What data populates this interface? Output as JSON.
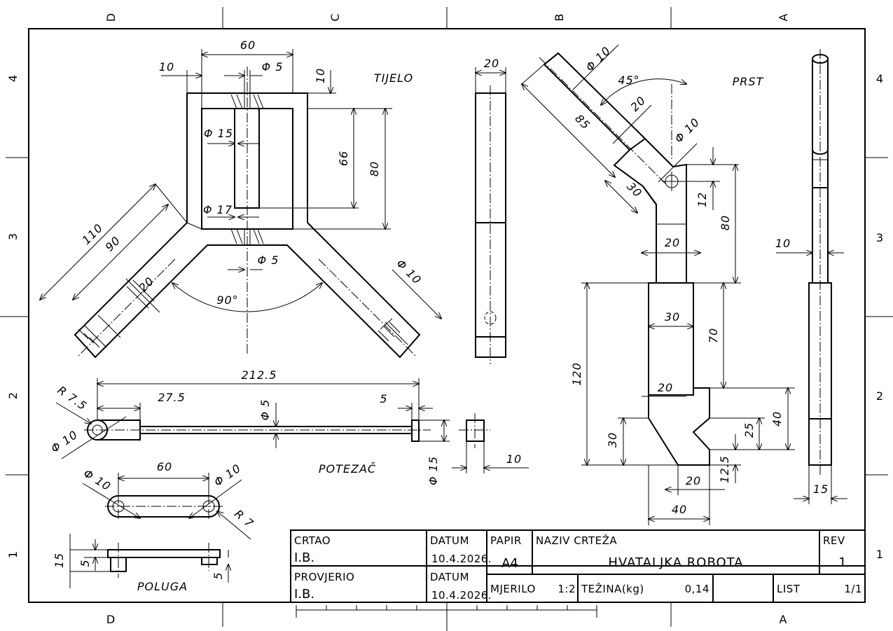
{
  "frame": {
    "zone_letters_top": [
      "D",
      "C",
      "B",
      "A"
    ],
    "zone_letters_bottom": [
      "D",
      "A"
    ],
    "zone_numbers": [
      "4",
      "3",
      "2",
      "1"
    ]
  },
  "views": {
    "tijelo": "TIJELO",
    "prst": "PRST",
    "potezac": "POTEZAČ",
    "poluga": "POLUGA"
  },
  "dims": {
    "tijelo": {
      "d60": "60",
      "d10a": "10",
      "d5a": "Φ 5",
      "d10b": "10",
      "d15": "Φ 15",
      "d66": "66",
      "d80": "80",
      "d17": "Φ 17",
      "d5b": "Φ 5",
      "d110": "110",
      "d90": "90",
      "d20": "20",
      "d90deg": "90°",
      "d10c": "Φ 10"
    },
    "side": {
      "d20": "20"
    },
    "prst": {
      "d10a": "Φ 10",
      "d45": "45°",
      "d85": "85",
      "d20a": "20",
      "d10b": "Φ 10",
      "d30a": "30",
      "d12": "12",
      "d80": "80",
      "d20b": "20",
      "d30b": "30",
      "d70": "70",
      "d120": "120",
      "d20c": "20",
      "d40a": "40",
      "d25": "25",
      "d30c": "30",
      "d12_5": "12.5",
      "d20d": "20",
      "d40b": "40"
    },
    "right": {
      "d10": "10",
      "d15": "15"
    },
    "potezac": {
      "d212_5": "212.5",
      "dR7_5": "R 7.5",
      "d27_5": "27.5",
      "d5a": "Φ 5",
      "d5b": "5",
      "d10a": "Φ 10",
      "d15": "Φ 15",
      "d10b": "10"
    },
    "poluga": {
      "d60": "60",
      "d10a": "Φ 10",
      "d10b": "Φ 10",
      "dR7": "R 7",
      "d15": "15",
      "d5a": "5",
      "d5b": "5"
    }
  },
  "title_block": {
    "drawn_label": "CRTAO",
    "drawn_value": "I.B.",
    "checked_label": "PROVJERIO",
    "checked_value": "I.B.",
    "date_label_1": "DATUM",
    "date_value_1": "10.4.2026.",
    "date_label_2": "DATUM",
    "date_value_2": "10.4.2026.",
    "paper_label": "PAPIR",
    "paper_value": "A4",
    "name_label": "NAZIV CRTEŽA",
    "name_value": "HVATALJKA ROBOTA",
    "rev_label": "REV",
    "rev_value": "1",
    "scale_label": "MJERILO",
    "scale_value": "1:2",
    "weight_label": "TEŽINA(kg)",
    "weight_value": "0,14",
    "sheet_label": "LIST",
    "sheet_value": "1/1"
  }
}
